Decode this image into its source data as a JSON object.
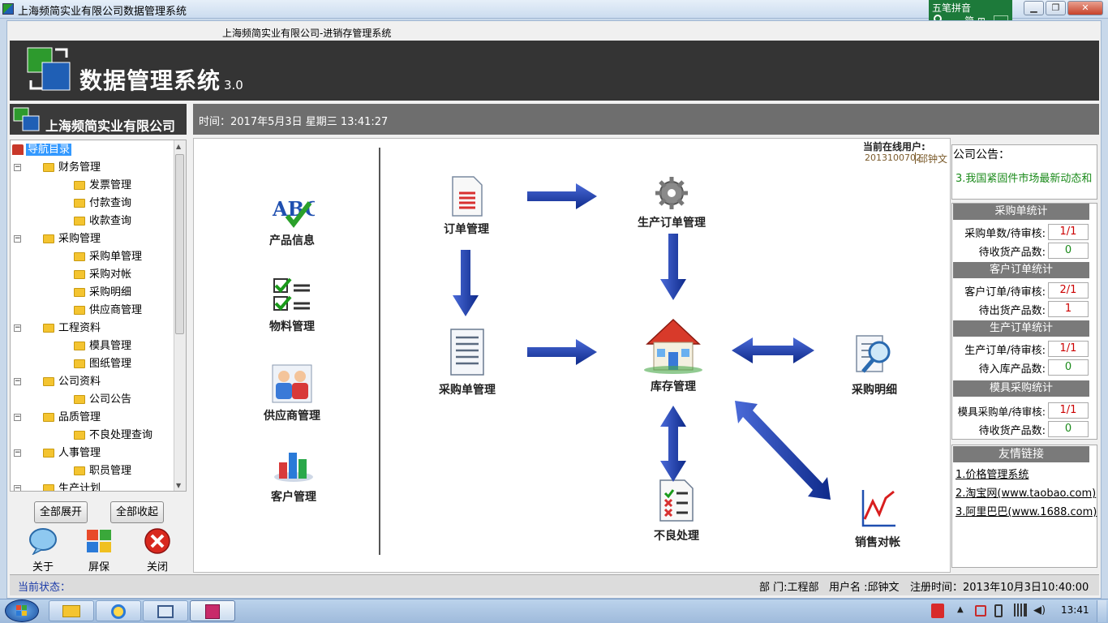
{
  "window": {
    "title": "上海频简实业有限公司数据管理系统",
    "min_label": "▁",
    "max_label": "❐",
    "close_label": "✕"
  },
  "ime": {
    "line1": "五笔拼音",
    "line2": "简 ⊞"
  },
  "header": {
    "subtitle": "上海频简实业有限公司-进销存管理系统",
    "title": "数据管理系统",
    "version": "3.0"
  },
  "sidebar": {
    "company": "上海频简实业有限公司",
    "root": "导航目录",
    "tree": [
      {
        "label": "财务管理",
        "level": 1
      },
      {
        "label": "发票管理",
        "level": 2
      },
      {
        "label": "付款查询",
        "level": 2
      },
      {
        "label": "收款查询",
        "level": 2
      },
      {
        "label": "采购管理",
        "level": 1
      },
      {
        "label": "采购单管理",
        "level": 2
      },
      {
        "label": "采购对帐",
        "level": 2
      },
      {
        "label": "采购明细",
        "level": 2
      },
      {
        "label": "供应商管理",
        "level": 2
      },
      {
        "label": "工程资料",
        "level": 1
      },
      {
        "label": "模具管理",
        "level": 2
      },
      {
        "label": "图纸管理",
        "level": 2
      },
      {
        "label": "公司资料",
        "level": 1
      },
      {
        "label": "公司公告",
        "level": 2
      },
      {
        "label": "品质管理",
        "level": 1
      },
      {
        "label": "不良处理查询",
        "level": 2
      },
      {
        "label": "人事管理",
        "level": 1
      },
      {
        "label": "职员管理",
        "level": 2
      },
      {
        "label": "生产计划",
        "level": 1
      }
    ],
    "expand_all": "全部展开",
    "collapse_all": "全部收起",
    "tools": {
      "about": "关于",
      "screensaver": "屏保",
      "close": "关闭"
    }
  },
  "timebar": {
    "text": "时间：2017年5月3日 星期三  13:41:27"
  },
  "modules": {
    "product": "产品信息",
    "material": "物料管理",
    "supplier": "供应商管理",
    "customer": "客户管理",
    "order": "订单管理",
    "production_order": "生产订单管理",
    "purchase_order": "采购单管理",
    "inventory": "库存管理",
    "purchase_detail": "采购明细",
    "defect": "不良处理",
    "sales_reconcile": "销售对帐"
  },
  "online": {
    "label": "当前在线用户:",
    "user_id": "2013100702",
    "user_name": "邱钟文"
  },
  "notice": {
    "title": "公司公告：",
    "item": "3.我国紧固件市场最新动态和"
  },
  "stats": {
    "purchase": {
      "title": "采购单统计",
      "row1_label": "采购单数/待审核:",
      "row1_value": "1/1",
      "row2_label": "待收货产品数:",
      "row2_value": "0"
    },
    "customer": {
      "title": "客户订单统计",
      "row1_label": "客户订单/待审核:",
      "row1_value": "2/1",
      "row2_label": "待出货产品数:",
      "row2_value": "1"
    },
    "production": {
      "title": "生产订单统计",
      "row1_label": "生产订单/待审核:",
      "row1_value": "1/1",
      "row2_label": "待入库产品数:",
      "row2_value": "0"
    },
    "mold": {
      "title": "模具采购统计",
      "row1_label": "模具采购单/待审核:",
      "row1_value": "1/1",
      "row2_label": "待收货产品数:",
      "row2_value": "0"
    }
  },
  "links": {
    "title": "友情链接",
    "items": [
      "1.价格管理系统",
      "2.淘宝网(www.taobao.com)",
      "3.阿里巴巴(www.1688.com)"
    ]
  },
  "status": {
    "label": "当前状态：",
    "dept": "部 门:工程部",
    "user": "用户名 :邱钟文",
    "reg": "注册时间：2013年10月3日10:40:00"
  },
  "taskbar": {
    "clock": "13:41"
  },
  "colors": {
    "header_bg": "#343434",
    "timebar_bg": "#6e6e6e",
    "notice_text": "#1a8a1a",
    "value_red": "#cc0000",
    "value_green": "#1a8a1a",
    "arrow_blue": "#1b3fb0"
  }
}
